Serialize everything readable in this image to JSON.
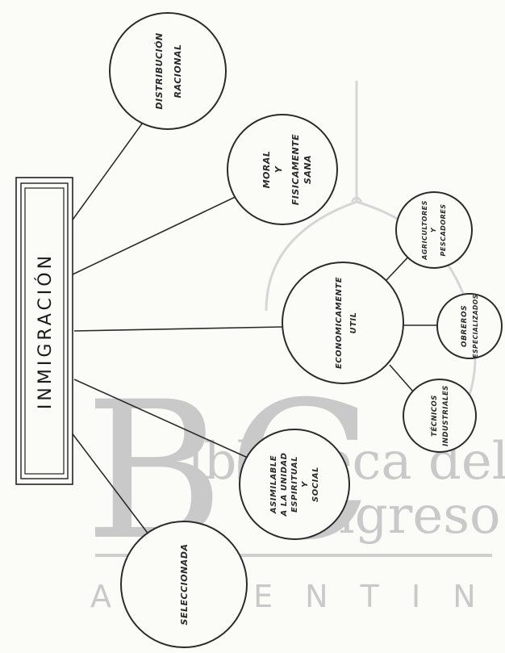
{
  "diagram": {
    "root": "INMIGRACIÓN",
    "nodes": {
      "distribucion": [
        "DISTRIBUCIÓN",
        "RACIONAL"
      ],
      "moral": [
        "MORAL",
        "Y",
        "FISICAMENTE",
        "SANA"
      ],
      "economica": [
        "ECONOMICAMENTE",
        "UTIL"
      ],
      "agricultores": [
        "AGRICULTORES",
        "Y",
        "PESCADORES"
      ],
      "obreros": [
        "OBREROS",
        "ESPECIALIZADOS"
      ],
      "tecnicos": [
        "TÉCNICOS",
        "INDUSTRIALES"
      ],
      "asimilable": [
        "ASIMILABLE",
        "A LA UNIDAD",
        "ESPIRITUAL",
        "Y",
        "SOCIAL"
      ],
      "seleccionada": [
        "SELECCIONADA"
      ]
    }
  },
  "watermark": {
    "monogram": "BC",
    "line1": "iblioteca del",
    "line2": "ongreso",
    "country": "A R G E N T I N A"
  }
}
